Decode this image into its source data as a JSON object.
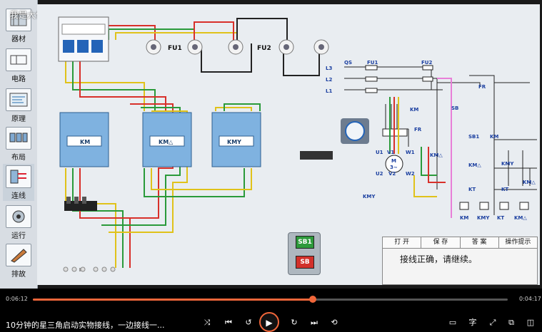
{
  "watermark": "我是大傻瓜 电工",
  "sidebar": {
    "items": [
      {
        "label": "器材"
      },
      {
        "label": "电路"
      },
      {
        "label": "原理"
      },
      {
        "label": "布局"
      },
      {
        "label": "连线"
      },
      {
        "label": "运行"
      },
      {
        "label": "排故"
      }
    ]
  },
  "diagram": {
    "fuse1": "FU1",
    "fuse2": "FU2",
    "km": "KM",
    "kma": "KM△",
    "kmy": "KMY",
    "sb1": "SB1",
    "sb": "SB",
    "schematic": {
      "qs": "QS",
      "fu1": "FU1",
      "fu2": "FU2",
      "l1": "L1",
      "l2": "L2",
      "l3": "L3",
      "km_main": "KM",
      "fr": "FR",
      "fr_ctrl": "FR",
      "sb": "SB",
      "sb1": "SB1",
      "km_aux": "KM",
      "km_d1": "KM△",
      "kmy1": "KMY",
      "km_d2": "KM△",
      "kt1": "KT",
      "kt2": "KT",
      "u1": "U1",
      "v1": "V1",
      "w1": "W1",
      "u2": "U2",
      "v2": "V2",
      "w2": "W2",
      "motor": "M",
      "motor_sub": "3~",
      "kmy_bottom": "KMY",
      "km_delta_motor": "KM△",
      "coil_km": "KM",
      "coil_kmy": "KMY",
      "coil_kt": "KT",
      "coil_kmd": "KM△"
    }
  },
  "panel": {
    "buttons": [
      "打 开",
      "保 存",
      "答 案",
      "操作提示"
    ],
    "message": "接线正确，请继续。"
  },
  "player": {
    "current_time": "0:06:12",
    "total_time": "0:04:17",
    "progress": 0.59,
    "title": "10分钟的星三角启动实物接线，一边接线一...",
    "accent": "#f0663a"
  }
}
